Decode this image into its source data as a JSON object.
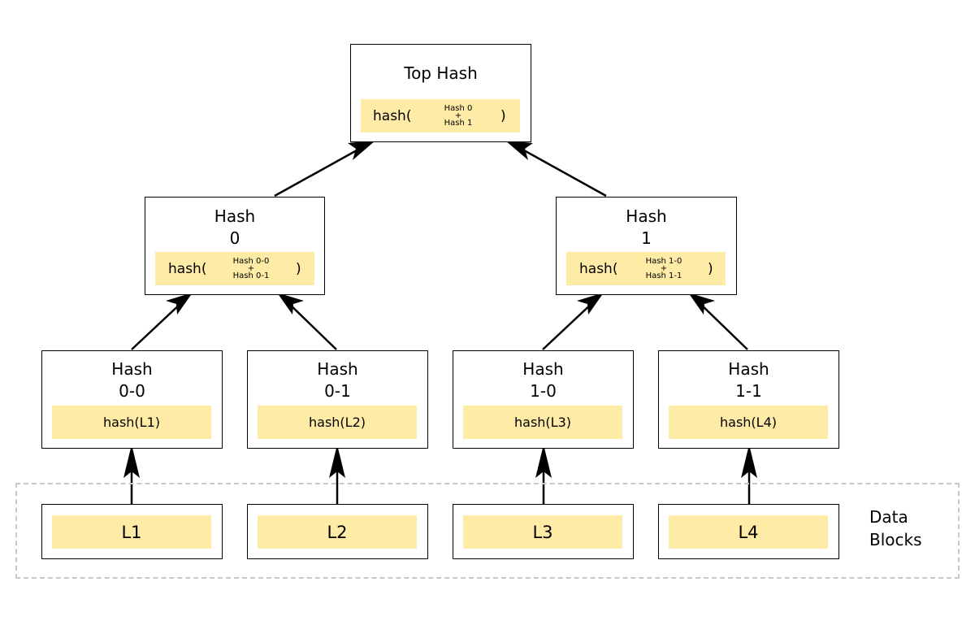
{
  "top": {
    "title": "Top Hash",
    "fn": "hash(",
    "a": "Hash 0",
    "plus": "+",
    "b": "Hash 1",
    "close": ")"
  },
  "h0": {
    "title1": "Hash",
    "title2": "0",
    "fn": "hash(",
    "a": "Hash 0-0",
    "plus": "+",
    "b": "Hash 0-1",
    "close": ")"
  },
  "h1": {
    "title1": "Hash",
    "title2": "1",
    "fn": "hash(",
    "a": "Hash 1-0",
    "plus": "+",
    "b": "Hash 1-1",
    "close": ")"
  },
  "leaves": [
    {
      "title1": "Hash",
      "title2": "0-0",
      "fn": "hash(L1)"
    },
    {
      "title1": "Hash",
      "title2": "0-1",
      "fn": "hash(L2)"
    },
    {
      "title1": "Hash",
      "title2": "1-0",
      "fn": "hash(L3)"
    },
    {
      "title1": "Hash",
      "title2": "1-1",
      "fn": "hash(L4)"
    }
  ],
  "blocks": [
    "L1",
    "L2",
    "L3",
    "L4"
  ],
  "region": {
    "line1": "Data",
    "line2": "Blocks"
  },
  "colors": {
    "fill": "#feeba6",
    "border": "#000000",
    "dash": "#c8c8c8"
  }
}
